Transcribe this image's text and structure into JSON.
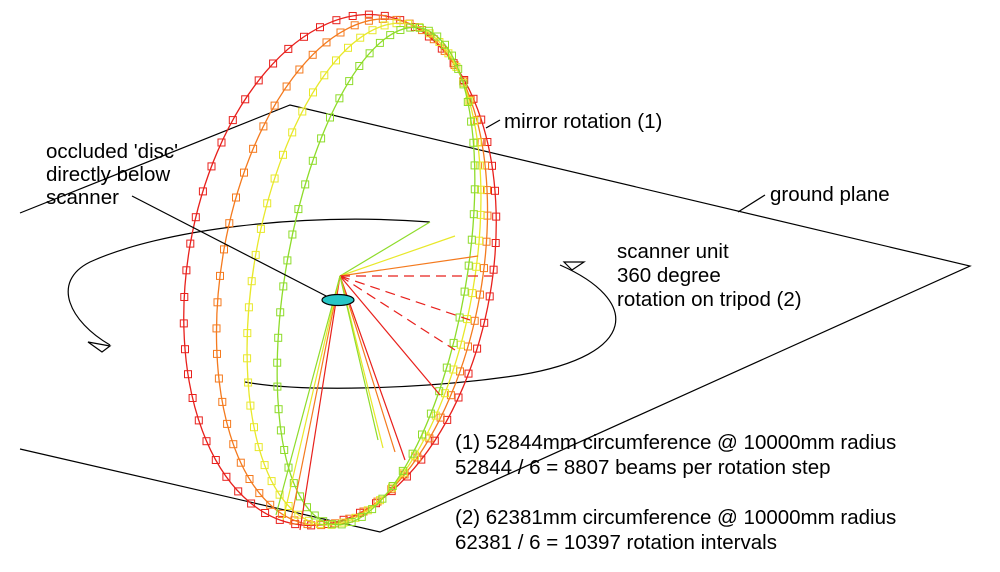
{
  "labels": {
    "mirror_rotation": "mirror rotation (1)",
    "occluded_line1": "occluded 'disc'",
    "occluded_line2": "directly below",
    "occluded_line3": "scanner",
    "ground_plane": "ground plane",
    "scanner_line1": "scanner unit",
    "scanner_line2": "360 degree",
    "scanner_line3": "rotation on tripod (2)",
    "note1_line1": "(1) 52844mm circumference @ 10000mm radius",
    "note1_line2": "52844 / 6 = 8807 beams per rotation step",
    "note2_line1": "(2) 62381mm circumference @ 10000mm radius",
    "note2_line2": "62381 / 6 = 10397 rotation intervals"
  },
  "colors": {
    "ring_1": "#e8201c",
    "ring_2": "#f47a1e",
    "ring_3": "#e8e82a",
    "ring_4": "#8edc2a",
    "scanner_disc": "#27c6c6",
    "lines": "#000000"
  },
  "icons": [
    "rotation-arrowhead-icon",
    "scanner-disc-icon",
    "beam-marker-icon"
  ]
}
